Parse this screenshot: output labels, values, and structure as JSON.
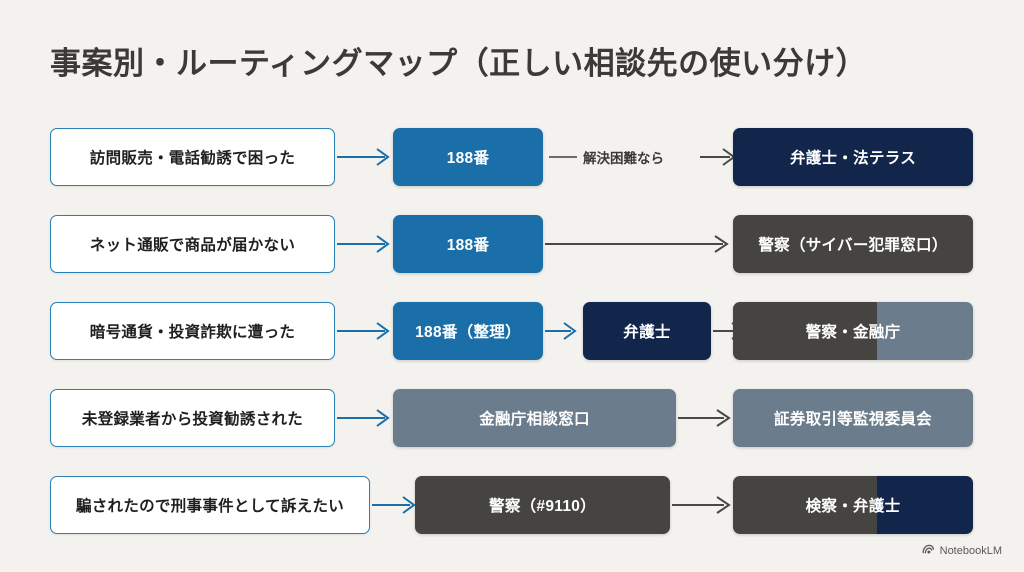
{
  "title": "事案別・ルーティングマップ（正しい相談先の使い分け）",
  "colors": {
    "background": "#f4f2ee",
    "blue": "#1b6fa8",
    "navy": "#12264c",
    "dark_gray": "#454441",
    "slate": "#6b7c8c",
    "source_border": "#2a7fb5",
    "blue_arrow": "#1b6fa8",
    "gray_arrow": "#4a4945",
    "title_text": "#3b3a36"
  },
  "rows": [
    {
      "source": "訪問販売・電話勧誘で困った",
      "step1": "188番",
      "link_label": "解決困難なら",
      "step2": "弁護士・法テラス"
    },
    {
      "source": "ネット通販で商品が届かない",
      "step1": "188番",
      "step2": "警察（サイバー犯罪窓口）"
    },
    {
      "source": "暗号通貨・投資詐欺に遭った",
      "step1": "188番（整理）",
      "step2": "弁護士",
      "step3": "警察・金融庁"
    },
    {
      "source": "未登録業者から投資勧誘された",
      "step1": "金融庁相談窓口",
      "step2": "証券取引等監視委員会"
    },
    {
      "source": "騙されたので刑事事件として訴えたい",
      "step1": "警察（#9110）",
      "step2": "検察・弁護士"
    }
  ],
  "footer": {
    "brand": "NotebookLM",
    "icon": "notebooklm-logo-icon"
  }
}
